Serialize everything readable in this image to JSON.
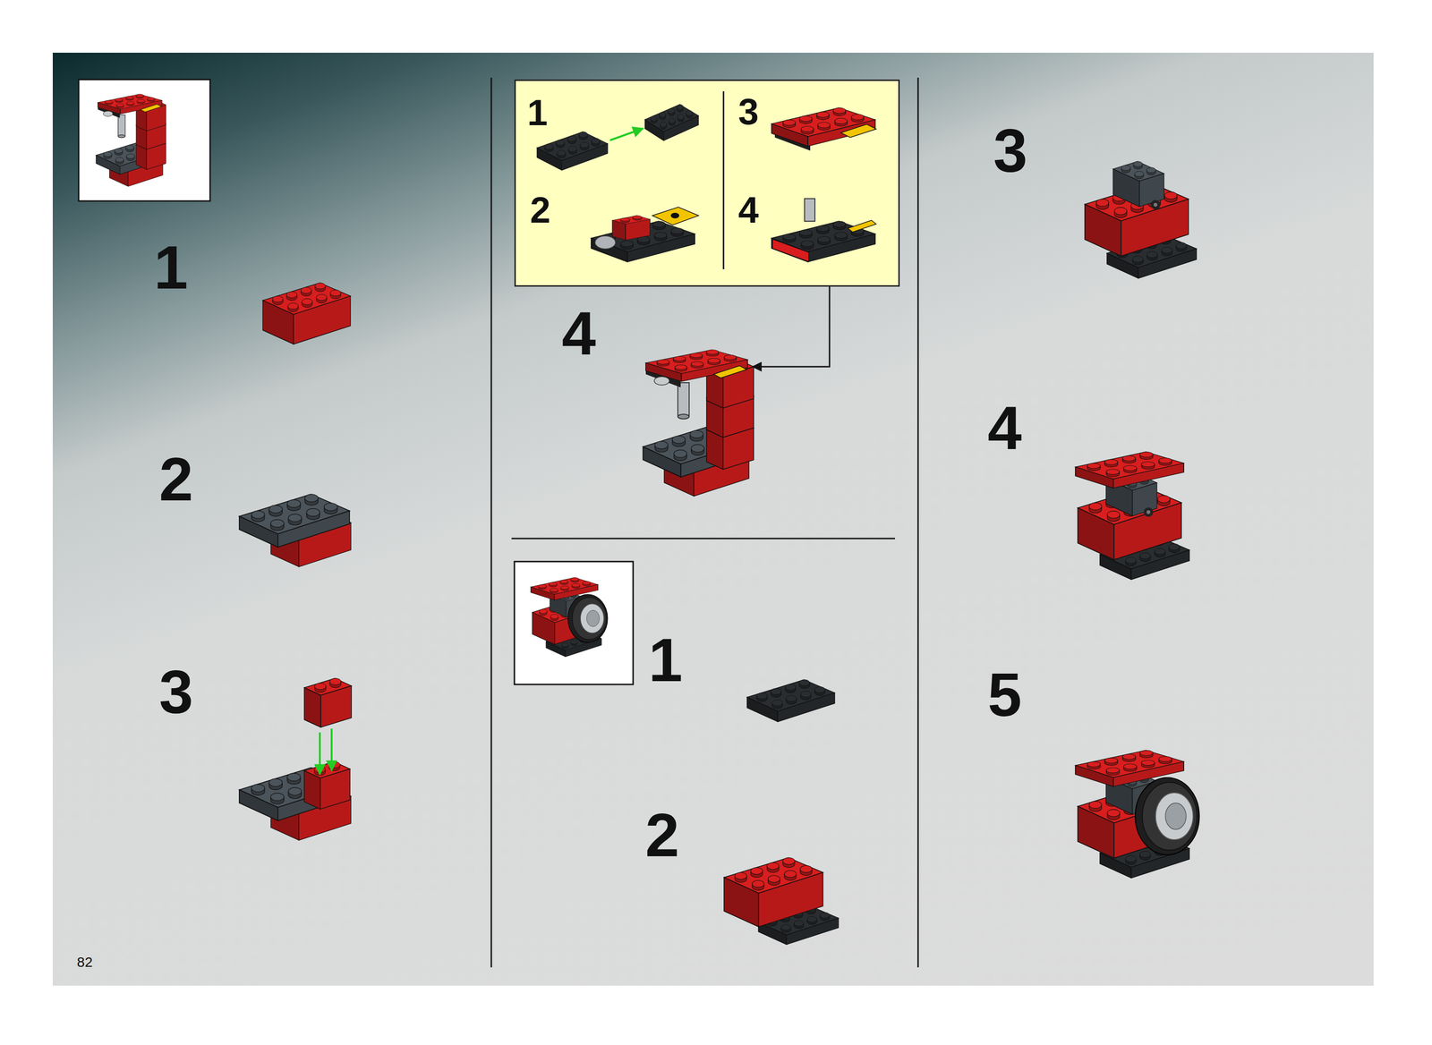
{
  "diagram": {
    "nodes": [
      {
        "text": [
          "1",
          "2",
          "3",
          "4"
        ]
      }
    ],
    "labels": [
      "1",
      "2",
      "3",
      "4",
      "1",
      "2",
      "3",
      "4",
      "5",
      "82"
    ]
  }
}
